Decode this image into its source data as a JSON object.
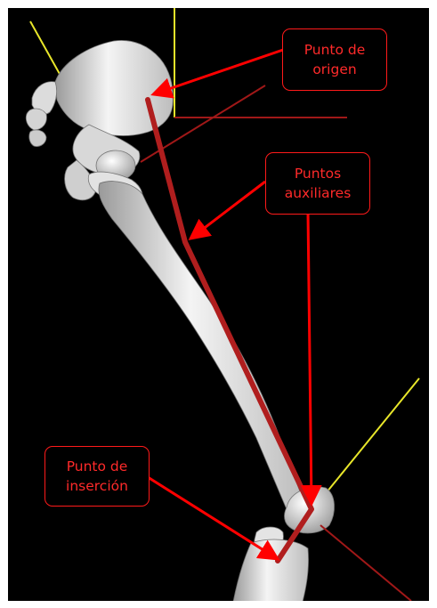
{
  "labels": {
    "origin": {
      "line1": "Punto de",
      "line2": "origen"
    },
    "auxiliary": {
      "line1": "Puntos",
      "line2": "auxiliares"
    },
    "insertion": {
      "line1": "Punto de",
      "line2": "inserción"
    }
  },
  "colors": {
    "background": "#000000",
    "muscle_path": "#b01e1e",
    "arrows": "#ff0000",
    "callout_text": "#ff2a2a",
    "reference_axes_yellow": "#e8e62a",
    "reference_axes_red": "#a01818",
    "bone": "#e6e6e6"
  }
}
